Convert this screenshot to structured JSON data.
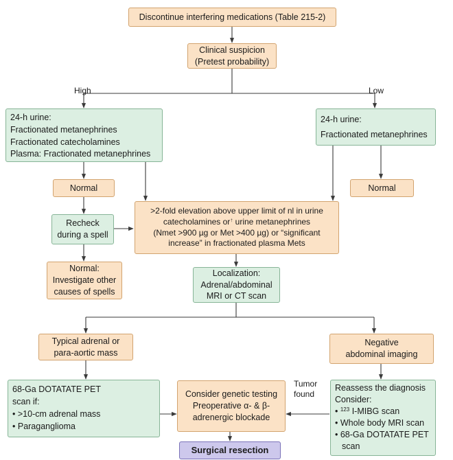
{
  "boxes": {
    "discontinue": "Discontinue interfering medications (Table 215-2)",
    "suspicion": [
      "Clinical suspicion",
      "(Pretest probability)"
    ],
    "high_urine": [
      "24-h urine:",
      "Fractionated metanephrines",
      "Fractionated catecholamines",
      "Plasma: Fractionated metanephrines"
    ],
    "low_urine": [
      "24-h urine:",
      "Fractionated metanephrines"
    ],
    "normal_left": "Normal",
    "normal_right": "Normal",
    "recheck": [
      "Recheck",
      "during a spell"
    ],
    "elevation": [
      ">2-fold elevation above upper limit of nl in urine",
      "catecholamines or",
      "urine metanephrines",
      "(Nmet >900 µg or Met >400 µg) or “significant",
      "increase” in fractionated plasma Mets"
    ],
    "elevation_arrow": "↑",
    "normal_other": [
      "Normal:",
      "Investigate other",
      "causes of spells"
    ],
    "localization": [
      "Localization:",
      "Adrenal/abdominal",
      "MRI or CT scan"
    ],
    "typical": [
      "Typical adrenal or",
      "para-aortic mass"
    ],
    "negative": [
      "Negative",
      "abdominal imaging"
    ],
    "dotatate": [
      "68-Ga DOTATATE PET",
      "scan if:",
      ">10-cm adrenal mass",
      "Paraganglioma"
    ],
    "genetic": [
      "Consider genetic testing",
      "Preoperative α- & β-",
      "adrenergic blockade"
    ],
    "reassess": [
      "Reassess the diagnosis",
      "Consider:",
      "I-MIBG scan",
      "Whole body MRI scan",
      "68-Ga DOTATATE PET",
      "scan"
    ],
    "reassess_sup": "123",
    "surgery": "Surgical resection"
  },
  "labels": {
    "high": "High",
    "low": "Low",
    "tumor_found": [
      "Tumor",
      "found"
    ]
  },
  "colors": {
    "orange_fill": "#fbe2c6",
    "green_fill": "#dcefe2",
    "violet_fill": "#cdc8ec",
    "line": "#3a3a3a"
  }
}
